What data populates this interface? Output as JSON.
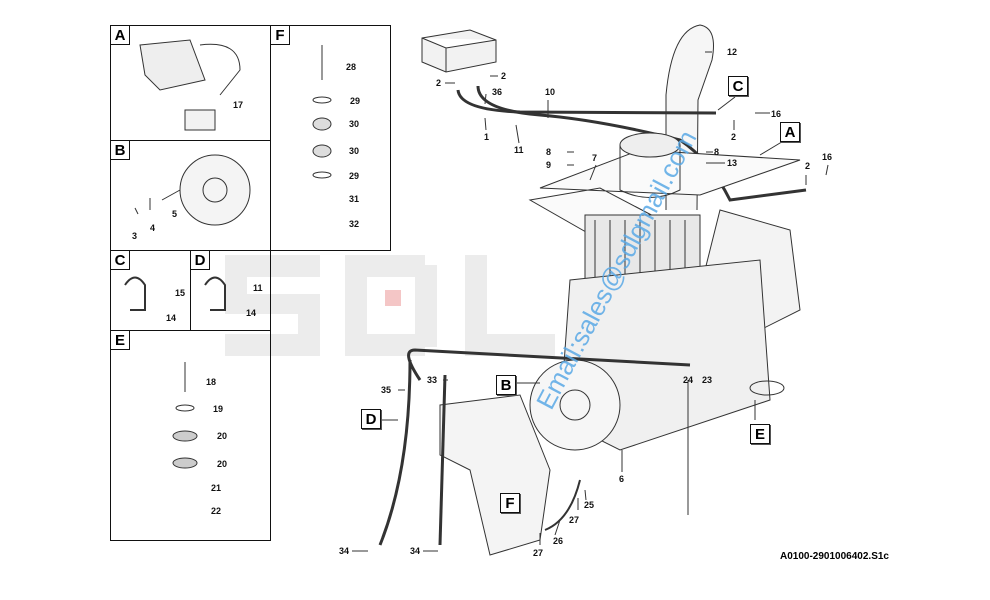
{
  "watermark": {
    "logo": "SDL",
    "email": "Email:sales@sdlgmail.com"
  },
  "panels": {
    "A": "A",
    "B": "B",
    "C": "C",
    "D": "D",
    "E": "E",
    "F": "F"
  },
  "panel_labels": {
    "A": [
      "17"
    ],
    "B": [
      "3",
      "4",
      "5"
    ],
    "C": [
      "15",
      "14"
    ],
    "D": [
      "11",
      "14"
    ],
    "E": [
      "18",
      "19",
      "20",
      "20",
      "21",
      "22"
    ],
    "F": [
      "28",
      "29",
      "30",
      "30",
      "29",
      "31",
      "32"
    ]
  },
  "main_labels": [
    "12",
    "2",
    "2",
    "36",
    "1",
    "10",
    "11",
    "16",
    "2",
    "8",
    "13",
    "8",
    "9",
    "7",
    "2",
    "16",
    "35",
    "33",
    "24",
    "23",
    "6",
    "25",
    "27",
    "26",
    "27",
    "34",
    "34"
  ],
  "main_boxes": {
    "C": "C",
    "A": "A",
    "D": "D",
    "B": "B",
    "E": "E",
    "F": "F"
  },
  "drawing_code": "A0100-2901006402.S1c"
}
